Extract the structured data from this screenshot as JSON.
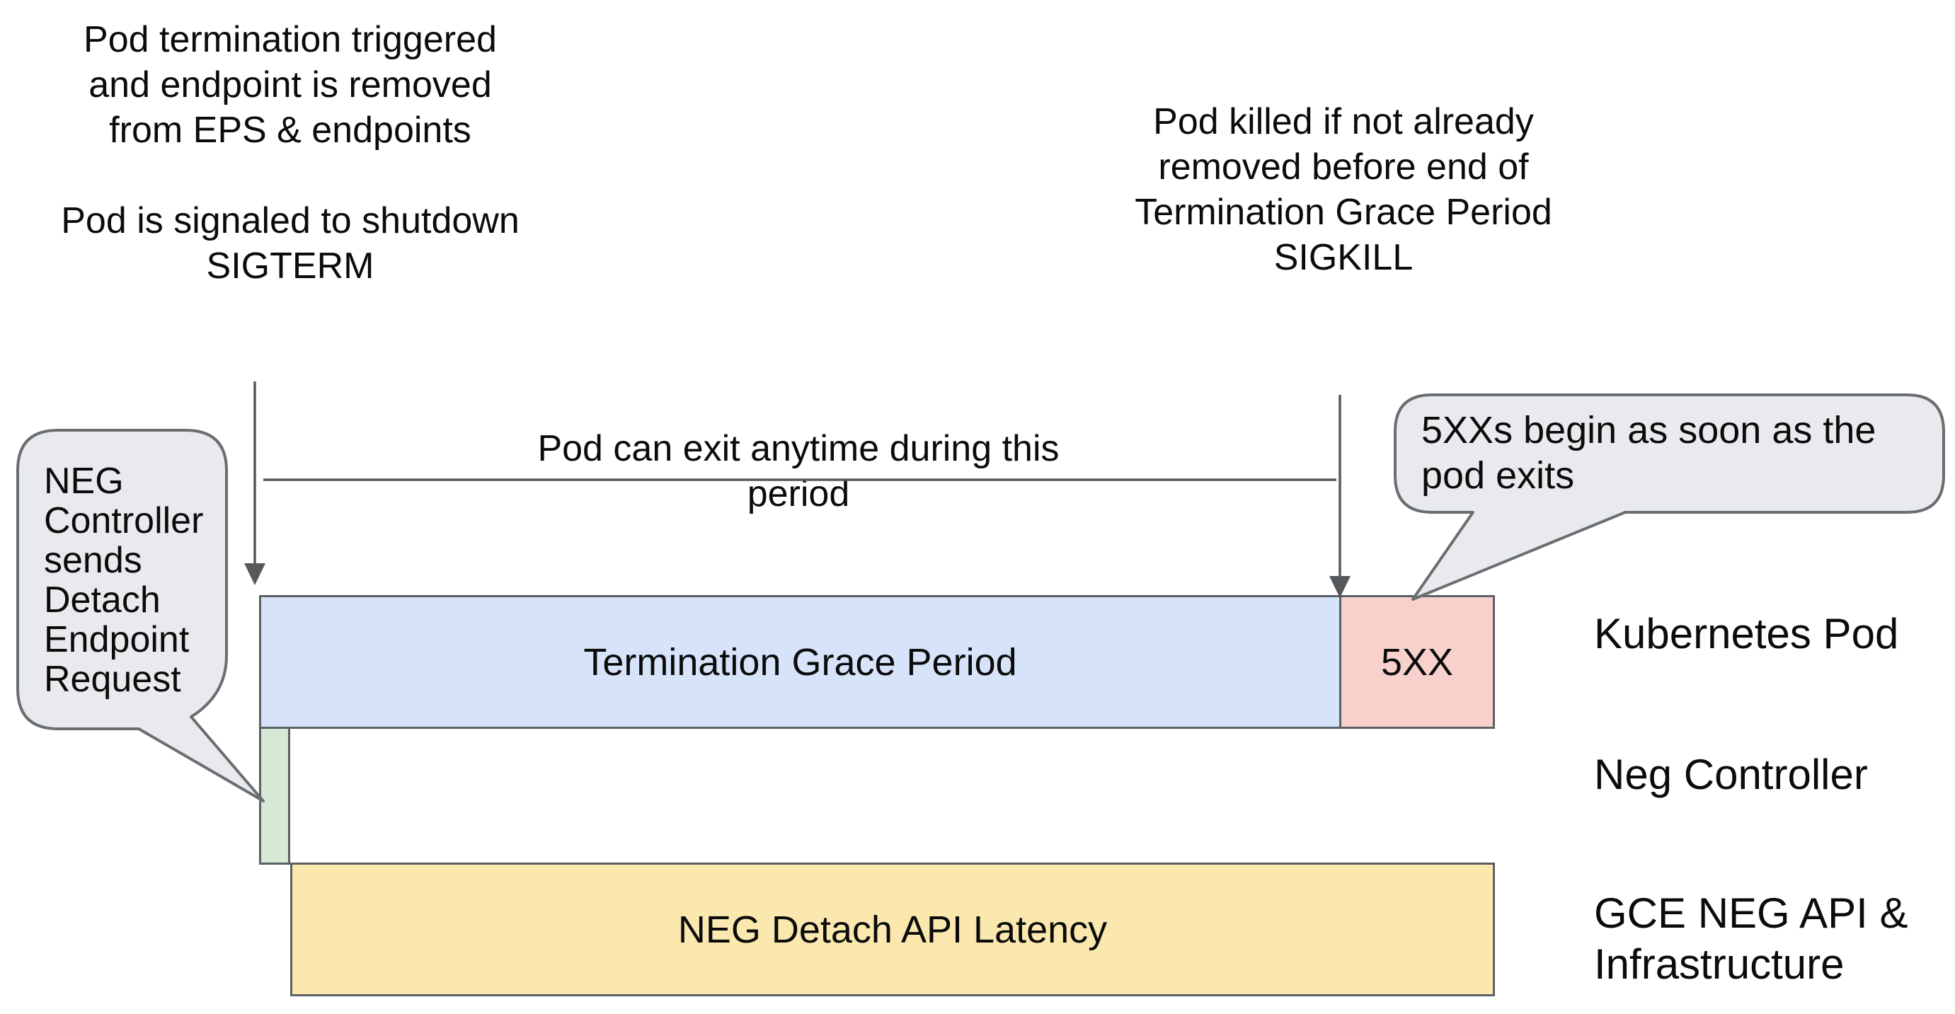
{
  "annotations": {
    "top_left": "Pod termination triggered\nand endpoint is removed\nfrom EPS & endpoints\n\nPod is signaled to shutdown\nSIGTERM",
    "top_right": "Pod killed if not already\nremoved before end of\nTermination Grace Period\nSIGKILL",
    "span_label": "Pod can exit anytime during this period",
    "left_bubble": "NEG\nController\nsends\nDetach\nEndpoint\nRequest",
    "right_bubble": "5XXs begin as soon as the\npod exits"
  },
  "bars": {
    "grace_period": {
      "label": "Termination Grace Period",
      "fill": "#d6e3f9"
    },
    "error_5xx": {
      "label": "5XX",
      "fill": "#f8d1cd"
    },
    "detach_marker": {
      "fill": "#d7e9d5"
    },
    "api_latency": {
      "label": "NEG Detach API Latency",
      "fill": "#fbe8af"
    }
  },
  "rows": {
    "kubernetes_pod": "Kubernetes Pod",
    "neg_controller": "Neg Controller",
    "gce_neg_api": "GCE NEG API &\nInfrastructure"
  },
  "colors": {
    "bubble_fill": "#e8eaed",
    "stroke": "#5b6064",
    "arrow": "#55595c"
  }
}
